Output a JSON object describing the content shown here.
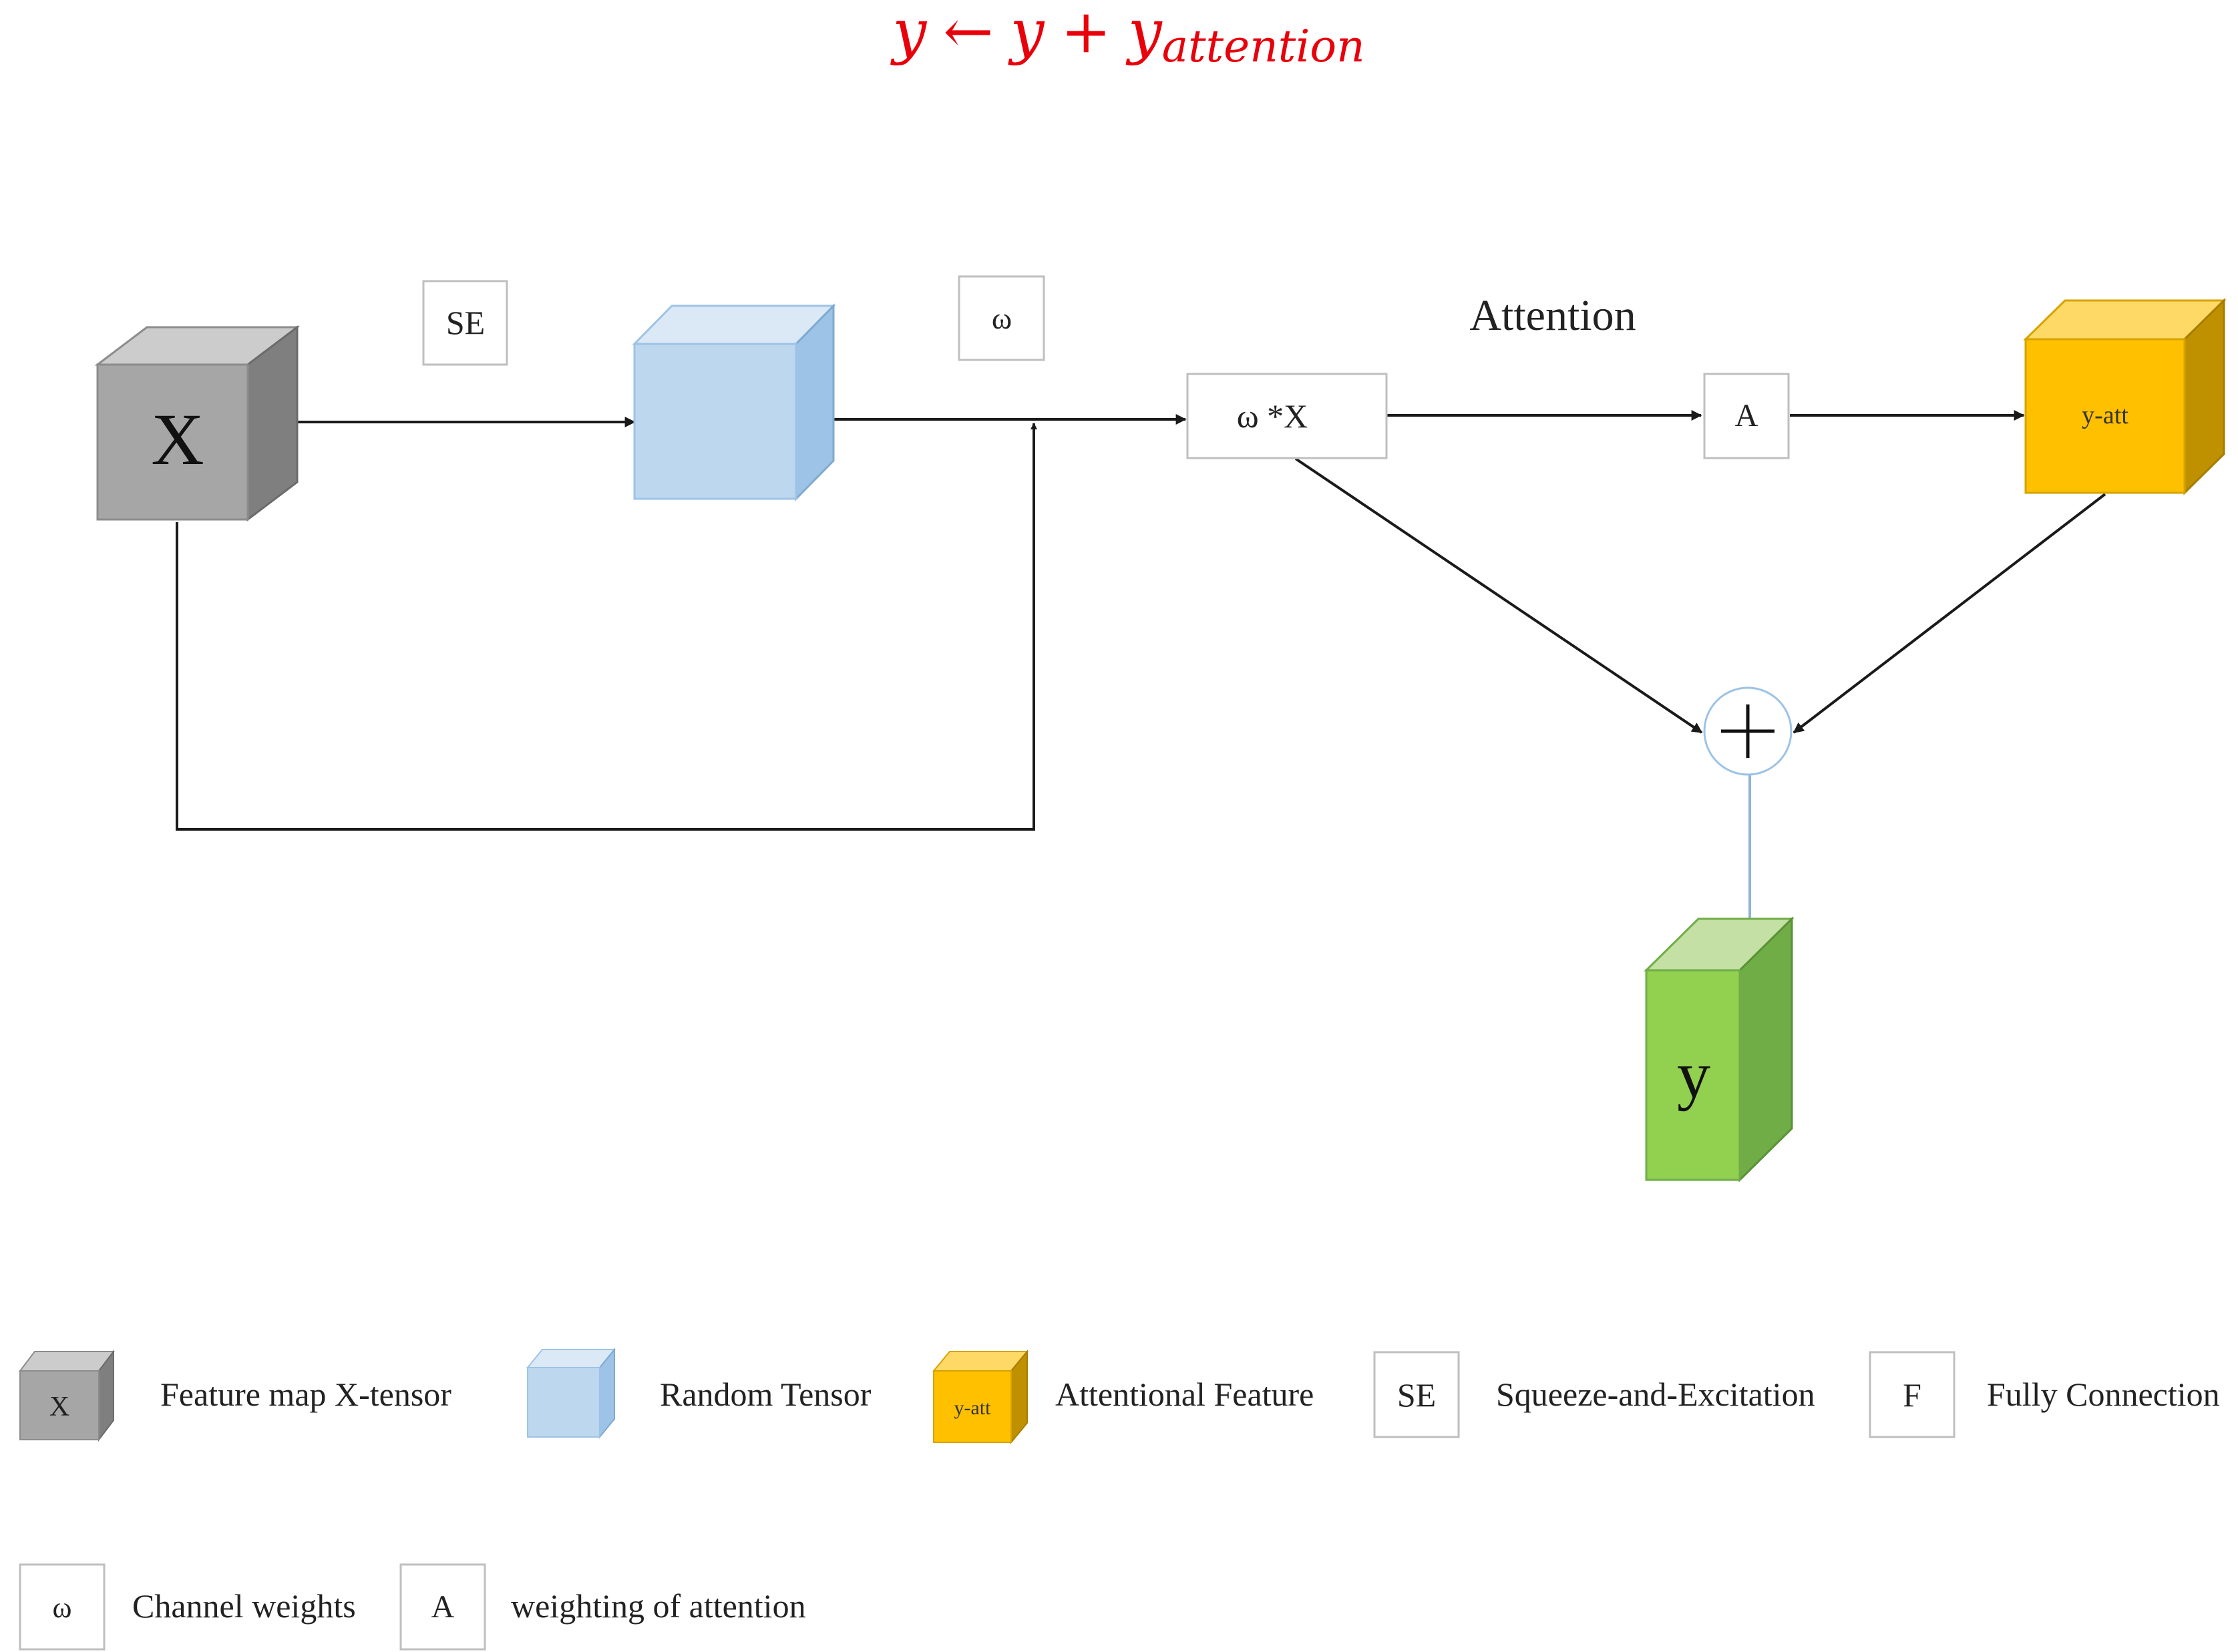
{
  "formula": {
    "y": "y",
    "arrow": "←",
    "y2": "y",
    "plus": "+",
    "y3": "y",
    "subscript": "attention"
  },
  "nodes": {
    "x_cube_label": "X",
    "se_box_label": "SE",
    "omega_box_label": "ω",
    "attention_label": "Attention",
    "omega_x_label": "ω *X",
    "a_box_label": "A",
    "y_att_cube_label": "y-att",
    "y_cube_label": "y"
  },
  "legend": {
    "row1": [
      {
        "swatch": "X",
        "label": "Feature map X-tensor"
      },
      {
        "swatch": "",
        "label": "Random Tensor"
      },
      {
        "swatch": "y-att",
        "label": "Attentional Feature"
      },
      {
        "swatch": "SE",
        "label": "Squeeze-and-Excitation"
      },
      {
        "swatch": "F",
        "label": "Fully Connection"
      }
    ],
    "row2": [
      {
        "swatch": "ω",
        "label": "Channel weights"
      },
      {
        "swatch": "A",
        "label": "weighting of attention"
      }
    ]
  },
  "colors": {
    "formula": "#e8000b",
    "gray_front": "#a6a6a6",
    "gray_top": "#cccccc",
    "gray_side": "#7f7f7f",
    "blue_front": "#bdd7ee",
    "blue_top": "#dbe9f7",
    "blue_side": "#9dc3e6",
    "gold_front": "#ffc000",
    "gold_top": "#ffd966",
    "gold_side": "#bf9000",
    "green_front": "#92d050",
    "green_top": "#c5e0a5",
    "green_side": "#70ad47",
    "line": "#1a1a1a",
    "plus_link": "#8fb4d6"
  }
}
